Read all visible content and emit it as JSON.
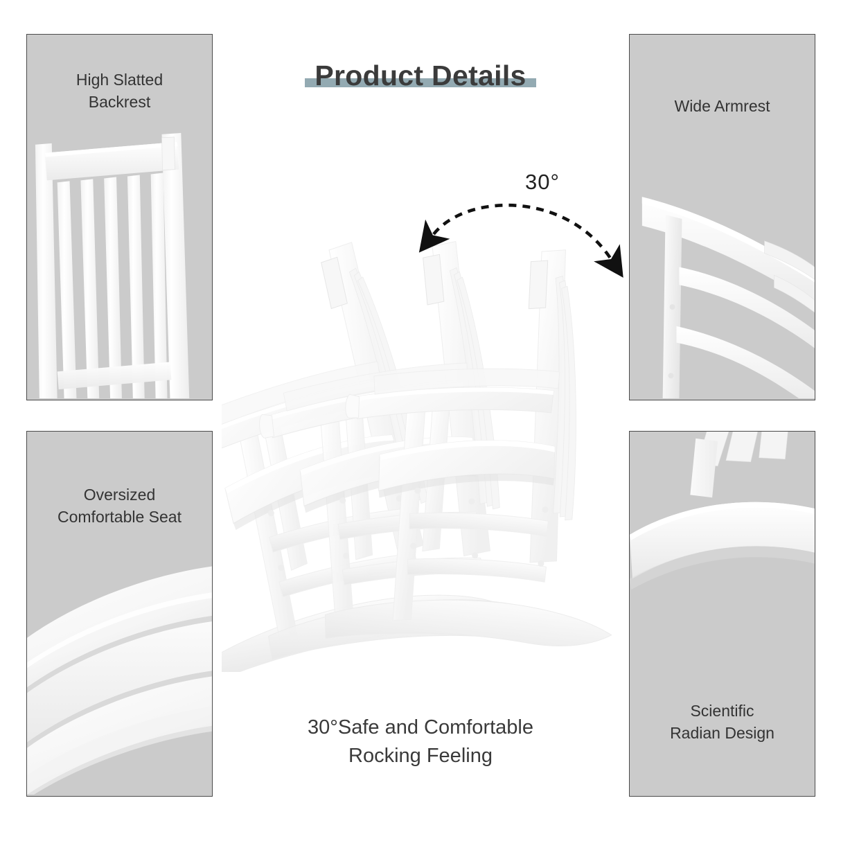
{
  "header": {
    "title": "Product Details",
    "underline_color": "#93aab2",
    "title_color": "#3b3b3b"
  },
  "panels": [
    {
      "key": "backrest",
      "label": "High Slatted\nBackrest",
      "photo": "slatted-backrest-photo",
      "background_color": "#cbcbcb",
      "border_color": "#4a4a4a"
    },
    {
      "key": "armrest",
      "label": "Wide Armrest",
      "photo": "wide-armrest-photo",
      "background_color": "#cbcbcb",
      "border_color": "#4a4a4a"
    },
    {
      "key": "seat",
      "label": "Oversized\nComfortable Seat",
      "photo": "oversized-seat-photo",
      "background_color": "#cbcbcb",
      "border_color": "#4a4a4a"
    },
    {
      "key": "radian",
      "label": "Scientific\nRadian Design",
      "photo": "radian-rocker-photo",
      "background_color": "#cbcbcb",
      "border_color": "#4a4a4a"
    }
  ],
  "center": {
    "angle_label": "30°",
    "caption": "30°Safe and Comfortable\nRocking Feeling",
    "illustration": "rocking-chair-motion-sequence",
    "arc_arrow": "double-headed-dashed-arc-arrow",
    "chair_positions": 3
  }
}
